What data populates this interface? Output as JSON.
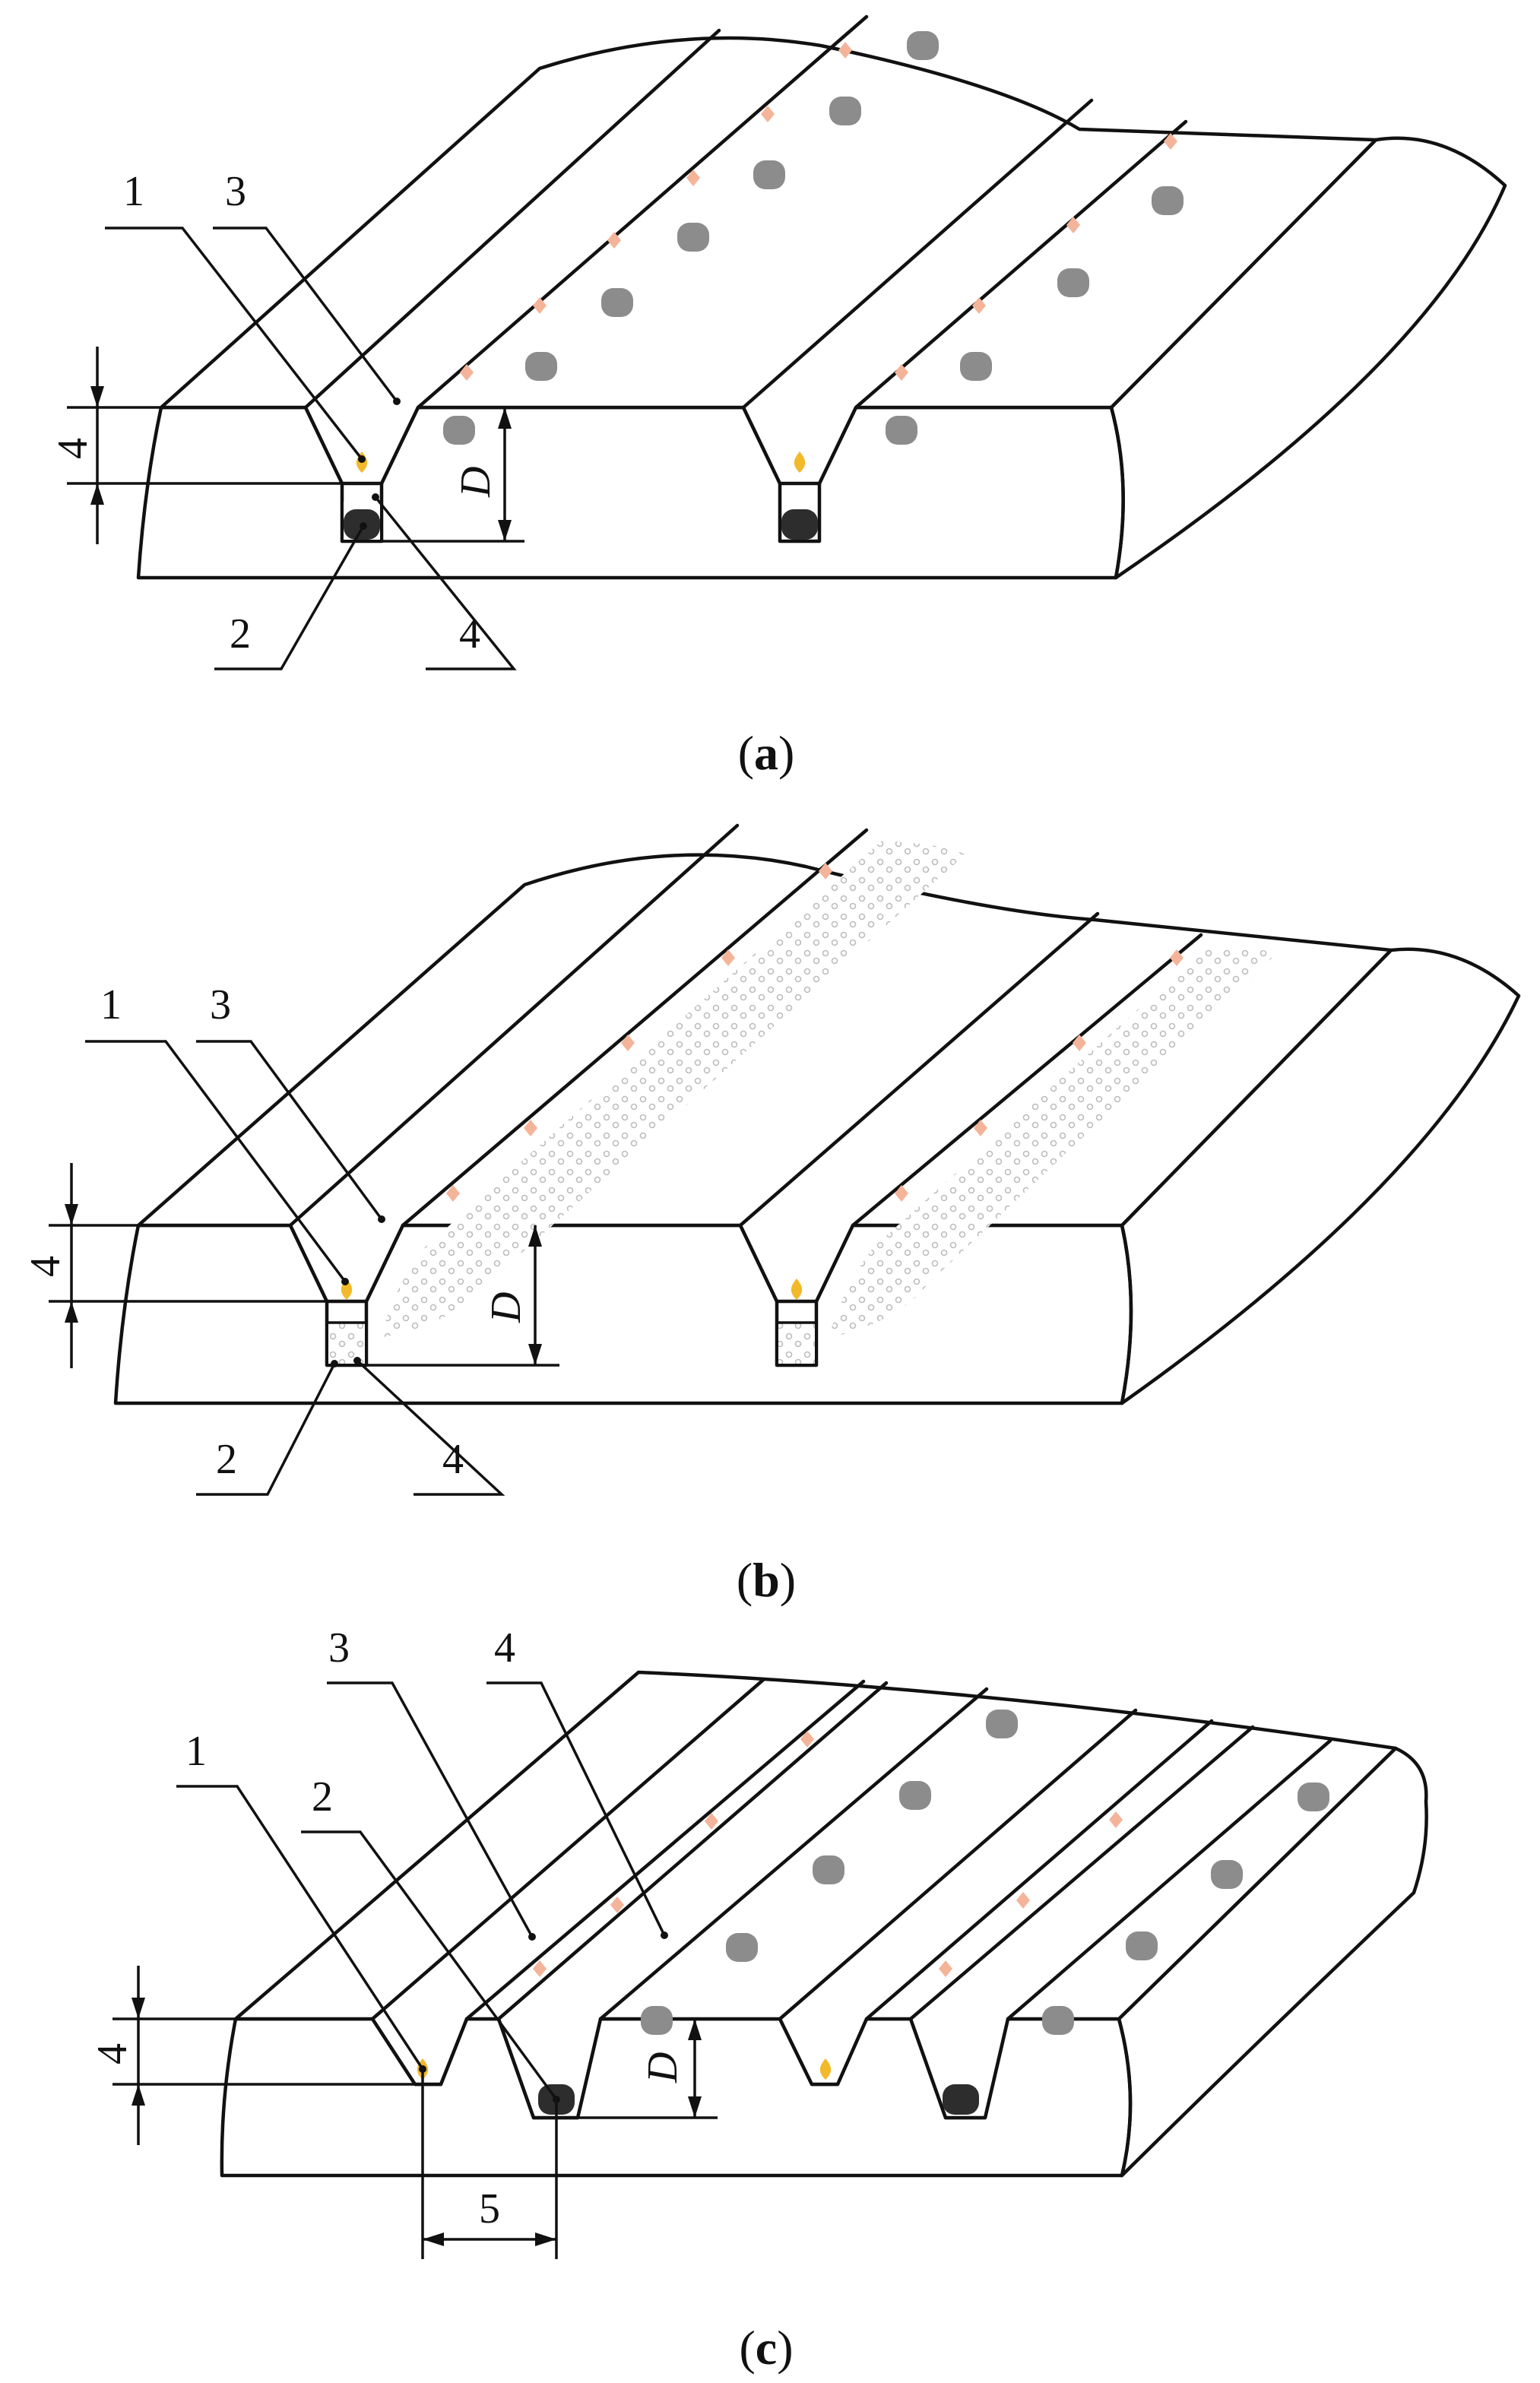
{
  "panels": [
    {
      "caption_open": "(",
      "caption_letter": "a",
      "caption_close": ")",
      "label_1": "1",
      "label_2": "2",
      "label_3": "3",
      "label_4": "4",
      "dim_left": "4",
      "dim_d": "D"
    },
    {
      "caption_open": "(",
      "caption_letter": "b",
      "caption_close": ")",
      "label_1": "1",
      "label_2": "2",
      "label_3": "3",
      "label_4": "4",
      "dim_left": "4",
      "dim_d": "D"
    },
    {
      "caption_open": "(",
      "caption_letter": "c",
      "caption_close": ")",
      "label_1": "1",
      "label_2": "2",
      "label_3": "3",
      "label_4": "4",
      "dim_left": "4",
      "dim_d": "D",
      "dim_bottom": "5"
    }
  ],
  "colors": {
    "fertilizer": "#f2b92a",
    "seed_dot": "#f4b49a",
    "gray_blob": "#8c8c8c",
    "dark_blob": "#2d2d2d",
    "hatch": "#b8b8b8",
    "speckle": "#bdbdbd"
  }
}
